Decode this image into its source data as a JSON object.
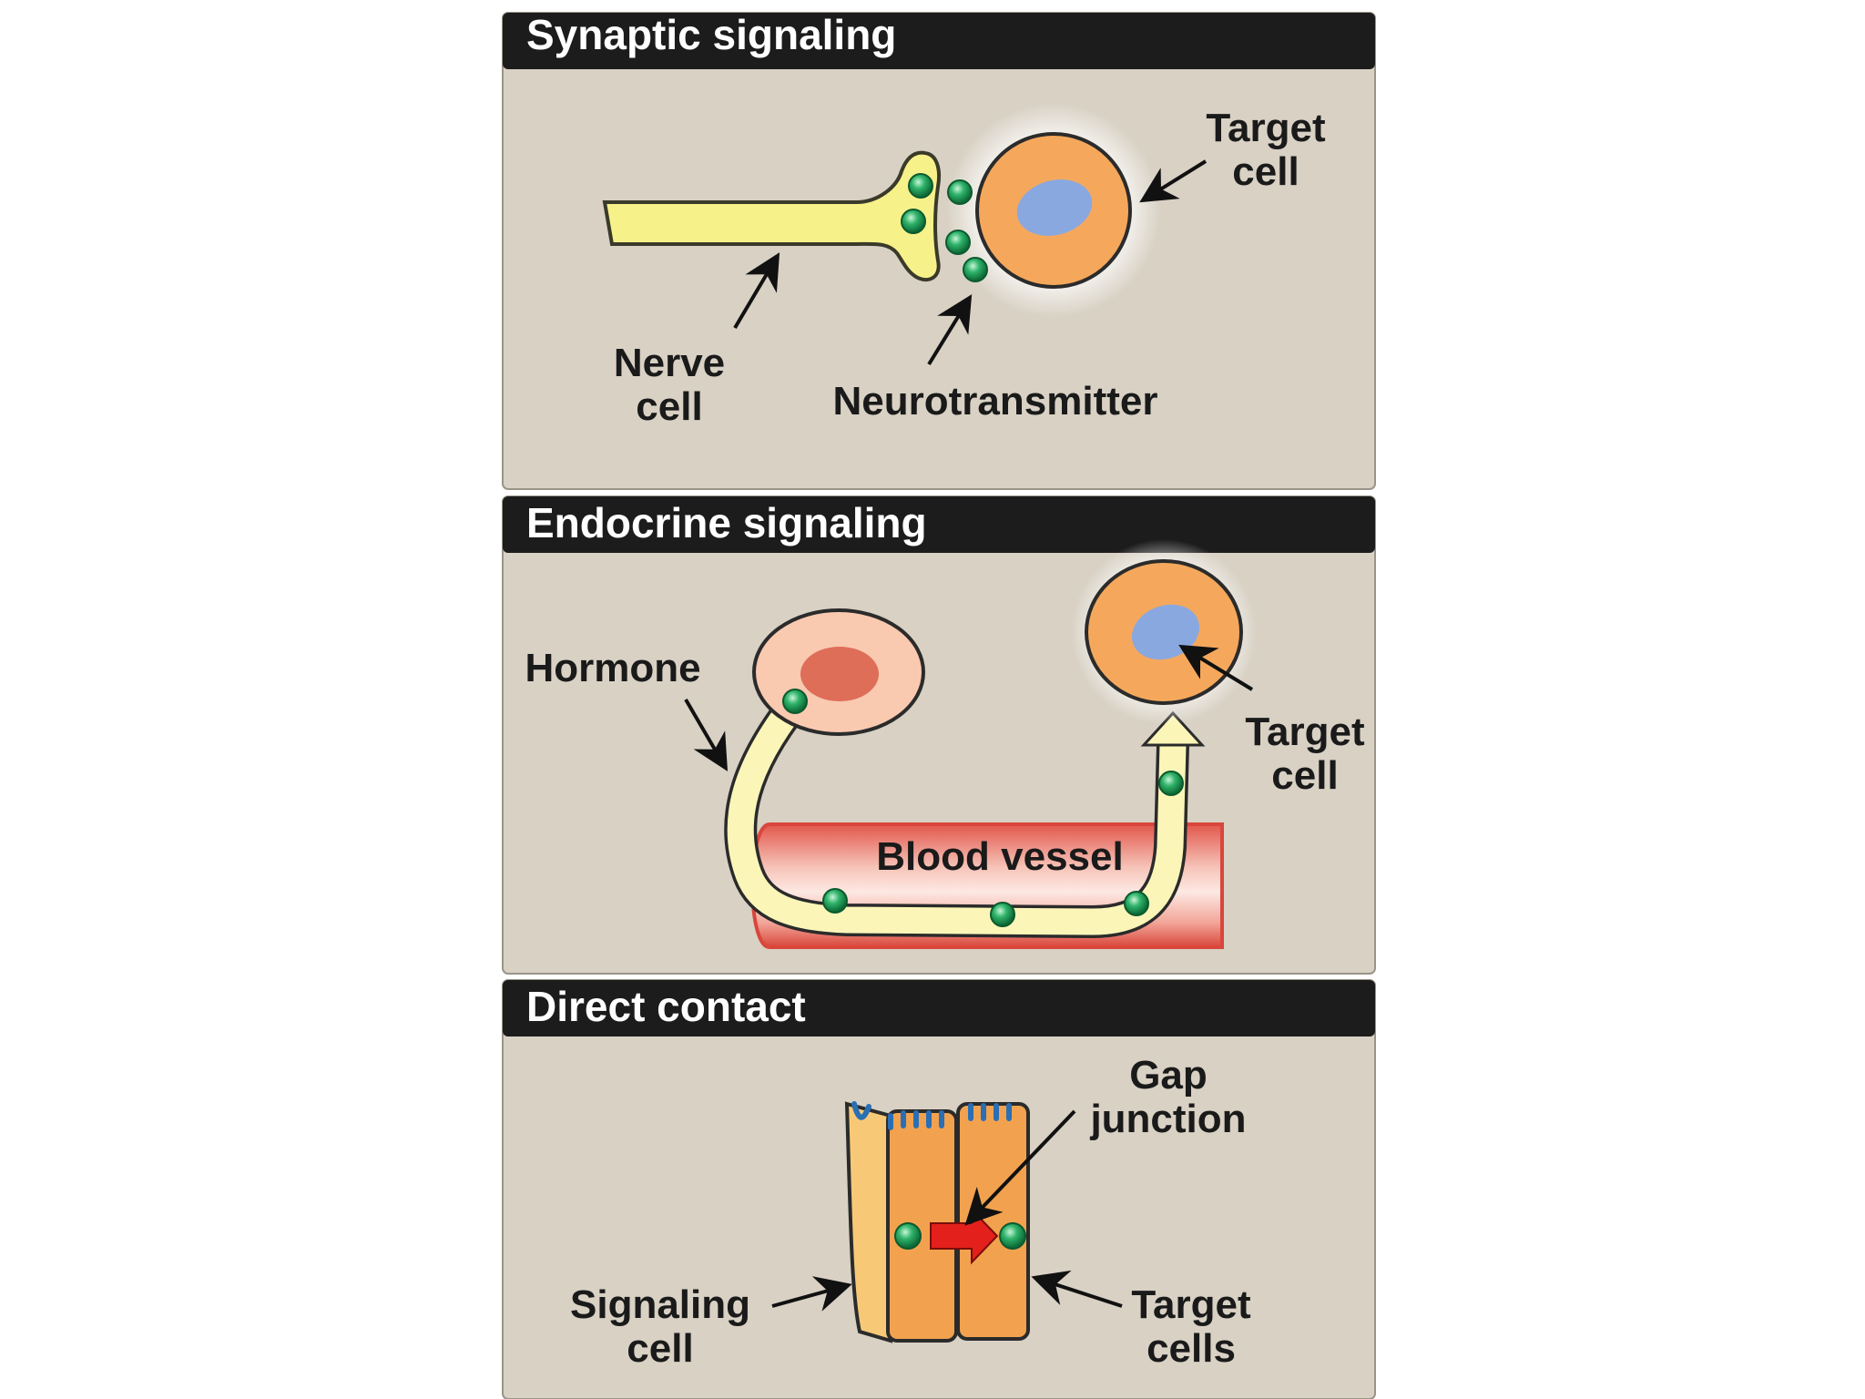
{
  "panels": {
    "synaptic": {
      "title": "Synaptic signaling",
      "labels": {
        "target_cell_1": "Target",
        "target_cell_2": "cell",
        "nerve_cell_1": "Nerve",
        "nerve_cell_2": "cell",
        "neurotransmitter": "Neurotransmitter"
      }
    },
    "endocrine": {
      "title": "Endocrine signaling",
      "labels": {
        "hormone": "Hormone",
        "target_cell_1": "Target",
        "target_cell_2": "cell",
        "blood_vessel": "Blood vessel"
      }
    },
    "direct": {
      "title": "Direct contact",
      "labels": {
        "gap_junction_1": "Gap",
        "gap_junction_2": "junction",
        "signaling_cell_1": "Signaling",
        "signaling_cell_2": "cell",
        "target_cells_1": "Target",
        "target_cells_2": "cells"
      }
    }
  },
  "colors": {
    "panel_bg": "#d8d1c4",
    "header_bg": "#1c1c1c",
    "nerve_yellow": "#f7f18a",
    "target_orange": "#f5a85c",
    "nucleus_blue": "#8aa8e0",
    "molecule_green": "#2fb36a",
    "vessel_red": "#e2574c",
    "hormone_cell_pink": "#f9c9b0",
    "hormone_nucleus": "#de6e58",
    "arrow_red": "#e3201b",
    "column_orange": "#f2a24e"
  }
}
